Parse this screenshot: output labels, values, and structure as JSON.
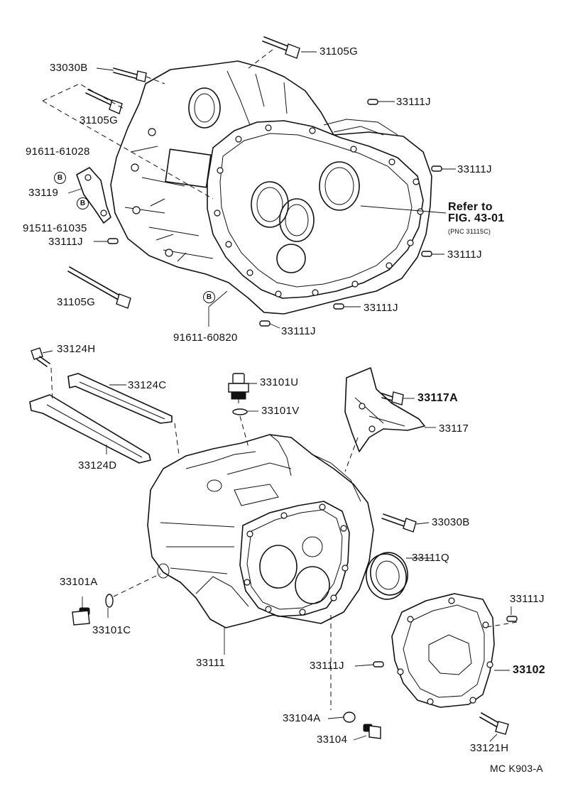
{
  "diagram_code": "MC K903-A",
  "marker_letter": "B",
  "refer": {
    "line1": "Refer to",
    "line2": "FIG. 43-01",
    "line3": "(PNC 31115C)"
  },
  "labels": {
    "p33030b_top": "33030B",
    "p31105g_top": "31105G",
    "p31105g_left": "31105G",
    "p33111j_a": "33111J",
    "p91611_61028": "91611-61028",
    "p33111j_b": "33111J",
    "p33119": "33119",
    "p91511_61035": "91511-61035",
    "p33111j_c": "33111J",
    "p33111j_d": "33111J",
    "p31105g_bottom": "31105G",
    "p33111j_e": "33111J",
    "p33111j_f": "33111J",
    "p91611_60820": "91611-60820",
    "p33124h": "33124H",
    "p33124c": "33124C",
    "p33124d": "33124D",
    "p33101u": "33101U",
    "p33101v": "33101V",
    "p33117a": "33117A",
    "p33117": "33117",
    "p33030b_mid": "33030B",
    "p33111q": "33111Q",
    "p33101a": "33101A",
    "p33101c": "33101C",
    "p33111": "33111",
    "p33111j_g": "33111J",
    "p33111j_h": "33111J",
    "p33102": "33102",
    "p33104a": "33104A",
    "p33104": "33104",
    "p33121h": "33121H"
  }
}
